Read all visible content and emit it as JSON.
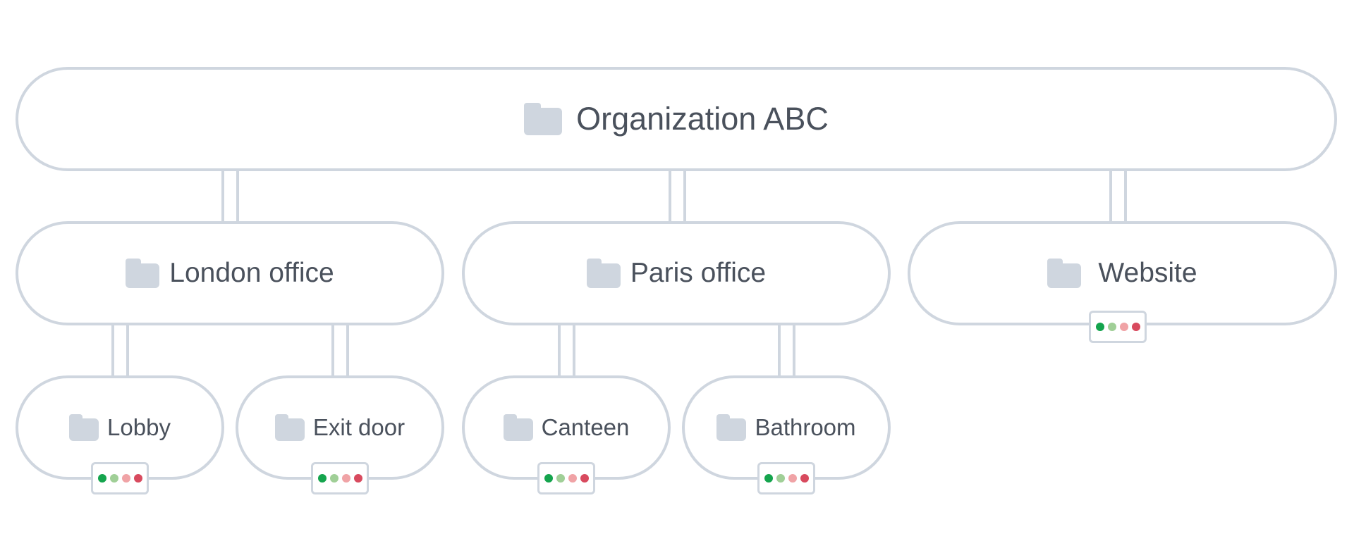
{
  "colors": {
    "border": "#cfd6df",
    "folder": "#cfd6df",
    "text": "#4a515c",
    "status": [
      "#14a44d",
      "#a0cf97",
      "#f0a3a6",
      "#d84a5e"
    ]
  },
  "tree": {
    "root": {
      "label": "Organization ABC",
      "icon": "folder-icon"
    },
    "groups": [
      {
        "label": "London office",
        "icon": "folder-icon",
        "children": [
          {
            "label": "Lobby",
            "icon": "folder-icon"
          },
          {
            "label": "Exit door",
            "icon": "folder-icon"
          }
        ]
      },
      {
        "label": "Paris office",
        "icon": "folder-icon",
        "children": [
          {
            "label": "Canteen",
            "icon": "folder-icon"
          },
          {
            "label": "Bathroom",
            "icon": "folder-icon"
          }
        ]
      },
      {
        "label": "Website",
        "icon": "folder-icon"
      }
    ]
  }
}
